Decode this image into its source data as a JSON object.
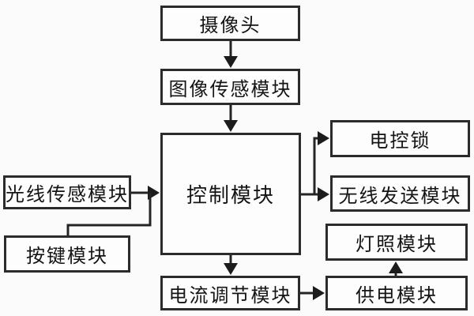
{
  "diagram": {
    "type": "block-diagram",
    "nodes": {
      "camera": {
        "label": "摄像头"
      },
      "image_sensor": {
        "label": "图像传感模块"
      },
      "control": {
        "label": "控制模块"
      },
      "light_sensor": {
        "label": "光线传感模块"
      },
      "key_module": {
        "label": "按键模块"
      },
      "electric_lock": {
        "label": "电控锁"
      },
      "wireless": {
        "label": "无线发送模块"
      },
      "lighting": {
        "label": "灯照模块"
      },
      "power": {
        "label": "供电模块"
      },
      "current_regulator": {
        "label": "电流调节模块"
      }
    },
    "edges": [
      {
        "from": "camera",
        "to": "image_sensor"
      },
      {
        "from": "image_sensor",
        "to": "control"
      },
      {
        "from": "light_sensor",
        "to": "control"
      },
      {
        "from": "key_module",
        "to": "control"
      },
      {
        "from": "control",
        "to": "electric_lock"
      },
      {
        "from": "control",
        "to": "wireless"
      },
      {
        "from": "control",
        "to": "current_regulator"
      },
      {
        "from": "current_regulator",
        "to": "power"
      },
      {
        "from": "power",
        "to": "lighting"
      }
    ],
    "colors": {
      "line": "#242424",
      "box_border": "#2b2b2b",
      "box_fill": "#fdfdfd",
      "background": "#fbfbfb",
      "text": "#141414"
    }
  }
}
